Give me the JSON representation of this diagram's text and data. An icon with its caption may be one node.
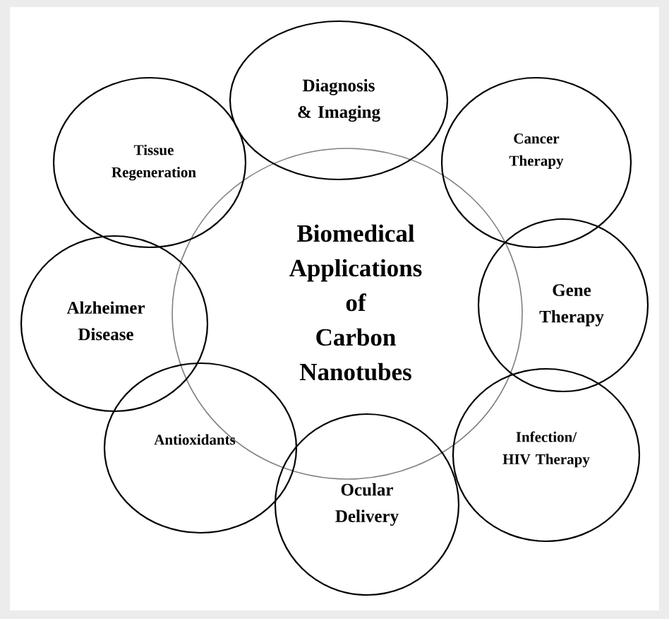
{
  "diagram": {
    "nodes": [
      {
        "text": [
          "Biomedical Applications of Carbon Nanotubes"
        ]
      },
      {
        "text": [
          "Diagnosis & Imaging"
        ]
      },
      {
        "text": [
          "Tissue Regeneration"
        ]
      },
      {
        "text": [
          "Cancer Therapy"
        ]
      },
      {
        "text": [
          "Alzheimer Disease"
        ]
      },
      {
        "text": [
          "Gene Therapy"
        ]
      },
      {
        "text": [
          "Antioxidants"
        ]
      },
      {
        "text": [
          "Ocular Delivery"
        ]
      },
      {
        "text": [
          "Infection/ HIV Therapy"
        ]
      }
    ]
  }
}
